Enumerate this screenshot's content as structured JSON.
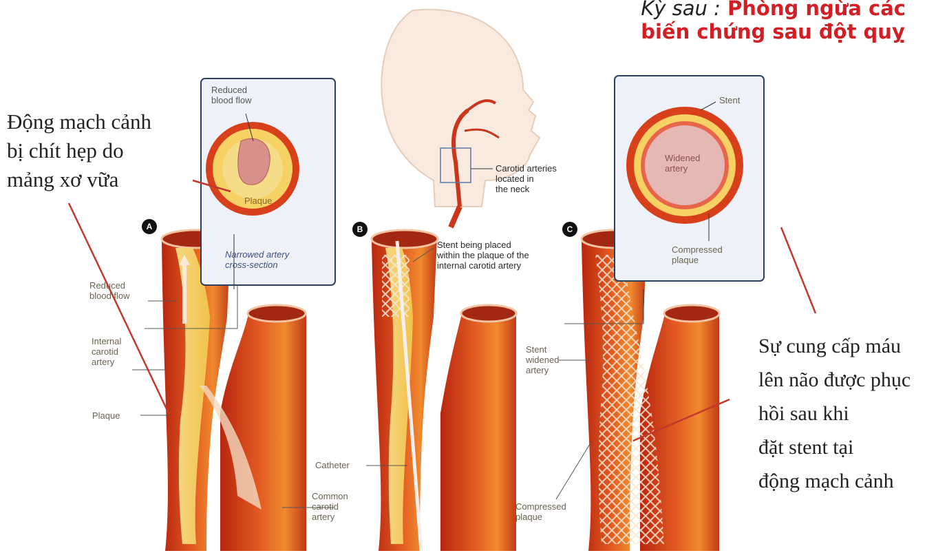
{
  "heading": {
    "prefix": "Kỳ sau :",
    "line1": "Phòng ngừa các",
    "line2": "biến chứng sau đột quỵ"
  },
  "annotations_vi": {
    "left": [
      "Động mạch cảnh",
      "bị chít hẹp do",
      "mảng xơ vữa"
    ],
    "right": [
      "Sự cung cấp máu",
      "lên não được phục",
      "hồi sau khi",
      "đặt stent tại",
      "động mạch cảnh"
    ]
  },
  "panel_a": {
    "badge": "A",
    "inset_top": [
      "Reduced",
      "blood flow"
    ],
    "inset_plaque": "Plaque",
    "inset_caption": [
      "Narrowed artery",
      "cross-section"
    ],
    "labels": {
      "reduced_flow": [
        "Reduced",
        "blood flow"
      ],
      "internal": [
        "Internal",
        "carotid",
        "artery"
      ],
      "plaque": "Plaque",
      "common": [
        "Common",
        "carotid",
        "artery"
      ]
    }
  },
  "head_inset": {
    "label": [
      "Carotid arteries",
      "located in",
      "the neck"
    ]
  },
  "panel_b": {
    "badge": "B",
    "stent_label": [
      "Stent being placed",
      "within the plaque of the",
      "internal carotid artery"
    ],
    "catheter": "Catheter"
  },
  "panel_c": {
    "badge": "C",
    "inset_stent": "Stent",
    "inset_widened": [
      "Widened",
      "artery"
    ],
    "inset_compressed": [
      "Compressed",
      "plaque"
    ],
    "labels": {
      "stent_widened": [
        "Stent",
        "widened",
        "artery"
      ],
      "compressed": [
        "Compressed",
        "plaque"
      ]
    }
  },
  "colors": {
    "heading_red": "#d21f26",
    "artery_red": "#c9361c",
    "artery_orange": "#e8731f",
    "plaque_yellow": "#f4d35e",
    "leader_red": "#c0392b"
  }
}
